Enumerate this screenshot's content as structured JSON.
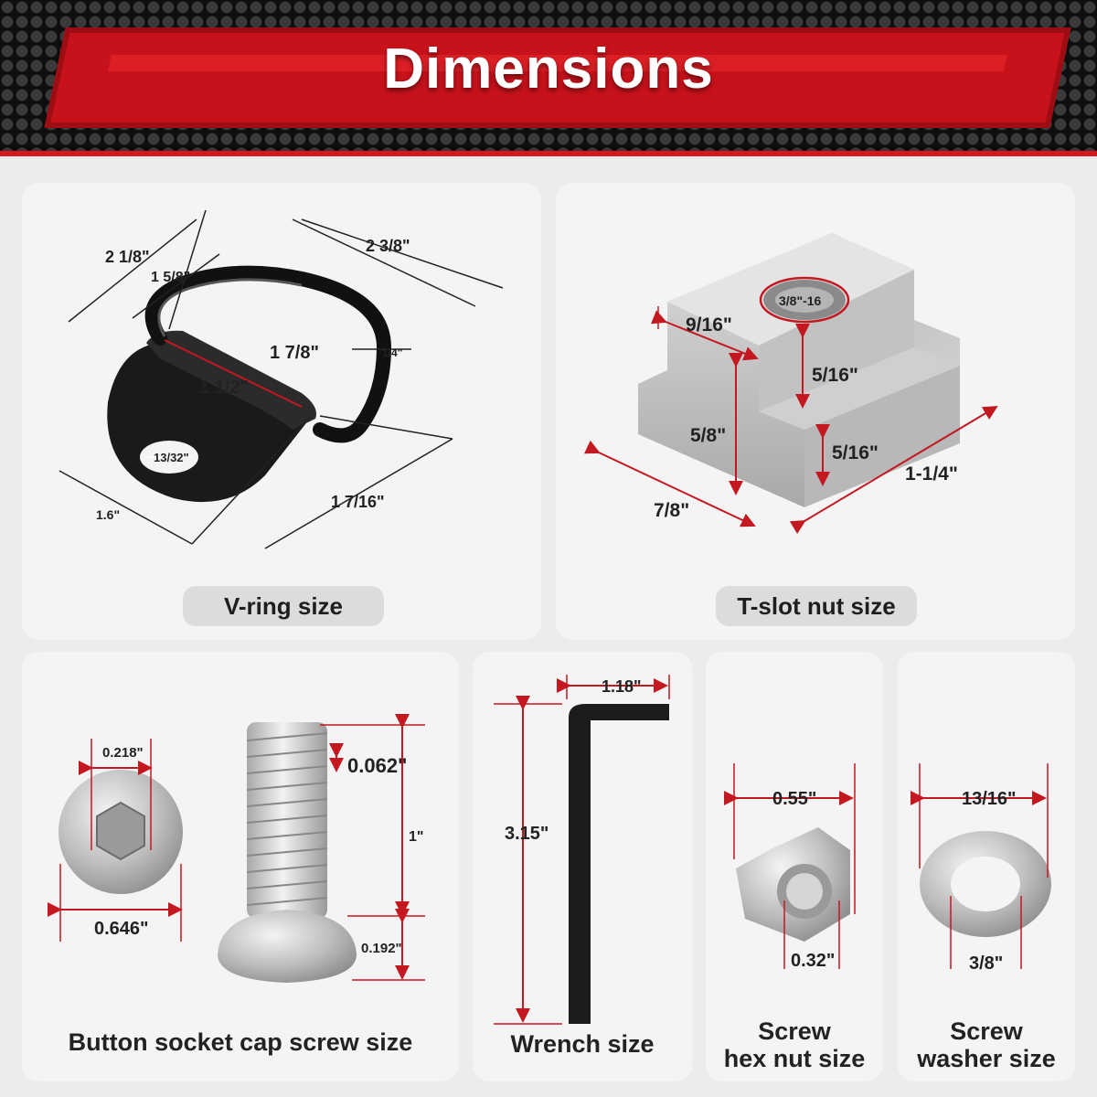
{
  "header": {
    "title": "Dimensions"
  },
  "colors": {
    "accent": "#c8121b",
    "dimension_line": "#c41820",
    "panel": "#f4f4f4",
    "pill": "#dcdcdc"
  },
  "vring": {
    "caption": "V-ring size",
    "dims": {
      "d1": "2 1/8\"",
      "d2": "1 5/8\"",
      "d3": "2 3/8\"",
      "d4": "1 7/8\"",
      "d5": "1/4\"",
      "d6": "1 1/2\"",
      "d7": "13/32\"",
      "d8": "1.6\"",
      "d9": "1 7/16\""
    }
  },
  "tslot": {
    "caption": "T-slot nut size",
    "dims": {
      "thread": "3/8\"-16",
      "d1": "9/16\"",
      "d2": "5/16\"",
      "d3": "5/8\"",
      "d4": "5/16\"",
      "d5": "1-1/4\"",
      "d6": "7/8\""
    }
  },
  "screw": {
    "caption": "Button socket cap screw size",
    "dims": {
      "hex": "0.218\"",
      "head": "0.646\"",
      "pitch": "0.062\"",
      "length": "1\"",
      "head_h": "0.192\""
    }
  },
  "wrench": {
    "caption": "Wrench size",
    "dims": {
      "w": "1.18\"",
      "h": "3.15\""
    }
  },
  "hexnut": {
    "caption_line1": "Screw",
    "caption_line2": "hex nut size",
    "dims": {
      "w": "0.55\"",
      "h": "0.32\""
    }
  },
  "washer": {
    "caption_line1": "Screw",
    "caption_line2": "washer size",
    "dims": {
      "w": "13/16\"",
      "h": "3/8\""
    }
  }
}
